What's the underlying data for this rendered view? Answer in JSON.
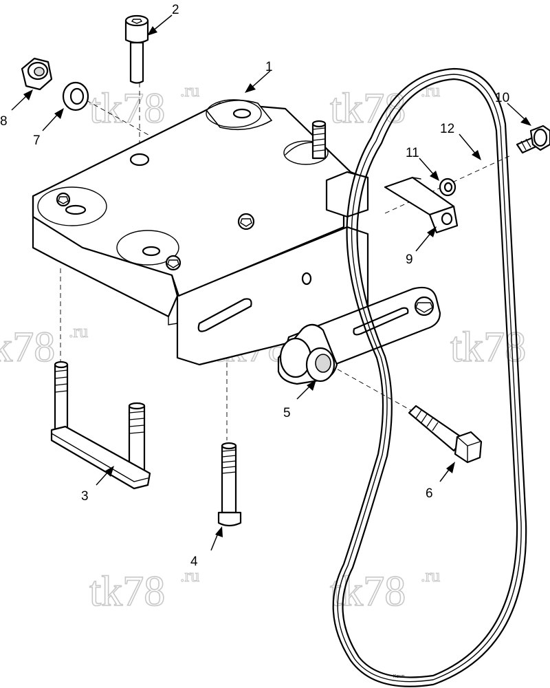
{
  "watermark": {
    "main": "tk78",
    "suffix": ".ru"
  },
  "callouts": [
    {
      "id": "1",
      "part": "mounting-bracket"
    },
    {
      "id": "2",
      "part": "cap-screw"
    },
    {
      "id": "3",
      "part": "u-bolt"
    },
    {
      "id": "4",
      "part": "bolt"
    },
    {
      "id": "5",
      "part": "tensioner-pulley"
    },
    {
      "id": "6",
      "part": "bolt"
    },
    {
      "id": "7",
      "part": "washer"
    },
    {
      "id": "8",
      "part": "nut"
    },
    {
      "id": "9",
      "part": "bracket"
    },
    {
      "id": "10",
      "part": "screw"
    },
    {
      "id": "11",
      "part": "washer"
    },
    {
      "id": "12",
      "part": "drive-belt"
    }
  ],
  "belt_marking": "Keun"
}
